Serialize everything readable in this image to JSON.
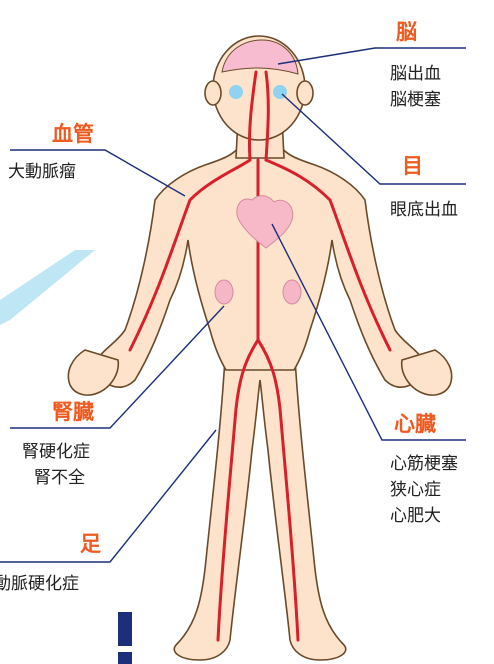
{
  "colors": {
    "accent": "#ee5a1f",
    "leader_line": "#1d2f7a",
    "artery": "#d8202a",
    "skin": "#fde3cc",
    "outline": "#6b4a2a",
    "heart": "#f7b8c8",
    "kidney": "#f5b7c5",
    "eye": "#8fd3f0",
    "brain": "#f7bcd0",
    "background_ray": "#bfe6f5",
    "exclamation": "#1d2f7a"
  },
  "sections": {
    "brain": {
      "title": "脳",
      "items": [
        "脳出血",
        "脳梗塞"
      ]
    },
    "eye": {
      "title": "目",
      "items": [
        "眼底出血"
      ]
    },
    "vessels": {
      "title": "血管",
      "items": [
        "大動脈瘤"
      ]
    },
    "kidney": {
      "title": "腎臓",
      "items": [
        "腎硬化症",
        "腎不全"
      ]
    },
    "heart": {
      "title": "心臓",
      "items": [
        "心筋梗塞",
        "狭心症",
        "心肥大"
      ]
    },
    "foot": {
      "title": "足",
      "items": [
        "動脈硬化症"
      ]
    }
  },
  "icons": [
    "body-illustration-icon",
    "exclamation-icon"
  ]
}
